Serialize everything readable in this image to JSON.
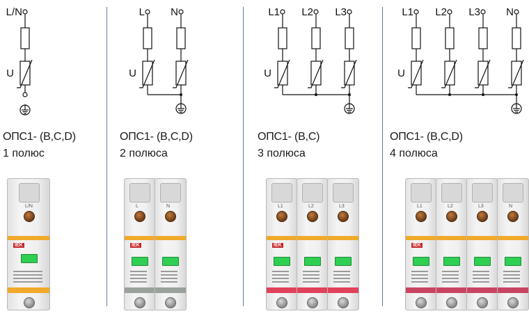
{
  "devices": [
    {
      "id": "ops1-1p",
      "title": "ОПС1- (B,C,D)",
      "poles_text": "1 полюс",
      "line_labels": [
        "L/N"
      ],
      "varistor_label": "U",
      "module_labels": [
        "L/N"
      ],
      "band_color": "#f0a92a",
      "band_color_bottom": "#f0a92a"
    },
    {
      "id": "ops1-2p",
      "title": "ОПС1- (B,C,D)",
      "poles_text": "2 полюса",
      "line_labels": [
        "L",
        "N"
      ],
      "varistor_label": "U",
      "module_labels": [
        "L",
        "N"
      ],
      "band_color": "#f0a92a",
      "band_color_bottom": "#9aa19b"
    },
    {
      "id": "ops1-3p",
      "title": "ОПС1- (B,C)",
      "poles_text": "3 полюса",
      "line_labels": [
        "L1",
        "L2",
        "L3"
      ],
      "varistor_label": "U",
      "module_labels": [
        "L1",
        "L2",
        "L3"
      ],
      "band_color": "#f0a92a",
      "band_color_bottom": "#e0425a"
    },
    {
      "id": "ops1-4p",
      "title": "ОПС1- (B,C,D)",
      "poles_text": "4 полюса",
      "line_labels": [
        "L1",
        "L2",
        "L3",
        "N"
      ],
      "varistor_label": "U",
      "module_labels": [
        "L1",
        "L2",
        "L3",
        "N"
      ],
      "band_color": "#f0a92a",
      "band_color_bottom": "#c94463"
    }
  ],
  "brand": "IEK",
  "ground_symbol": "ground-icon",
  "colors": {
    "separator": "#5b7aa6",
    "wire": "#111111",
    "indicator": "#2fcf52"
  }
}
